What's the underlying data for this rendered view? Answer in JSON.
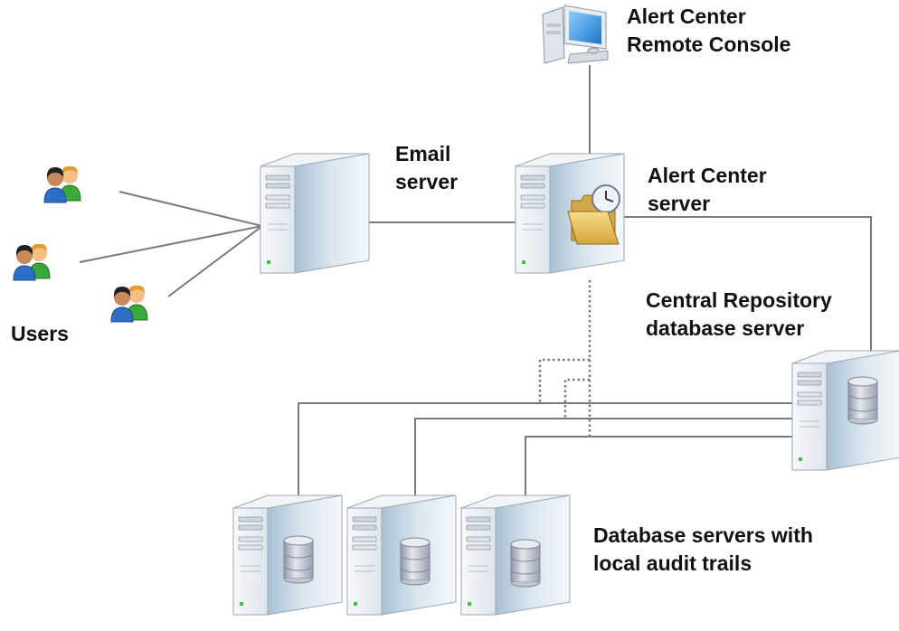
{
  "labels": {
    "remote_console": [
      "Alert Center",
      "Remote Console"
    ],
    "email_server": [
      "Email",
      "server"
    ],
    "alert_server": [
      "Alert Center",
      "server"
    ],
    "central_repository": [
      "Central Repository",
      "database server"
    ],
    "users": "Users",
    "database_servers": [
      "Database servers with",
      "local audit trails"
    ]
  },
  "colors": {
    "link_line": "#7a7a7a",
    "tower_front": "#eef2f5",
    "tower_side": "#c5d7e5",
    "db_cylinder": "#b6bcca",
    "monitor_screen": "#2a8fe0",
    "folder": "#e2c060",
    "user_green": "#3aa83a",
    "user_blue": "#2d6fc6",
    "user_orange": "#e39a2e"
  },
  "icons": {
    "console": "desktop-computer-icon",
    "email_server": "server-tower-icon",
    "alert_server": "server-folder-clock-icon",
    "repository_server": "database-server-icon",
    "local_db_servers": "database-server-icon",
    "users": "user-pair-icon"
  }
}
